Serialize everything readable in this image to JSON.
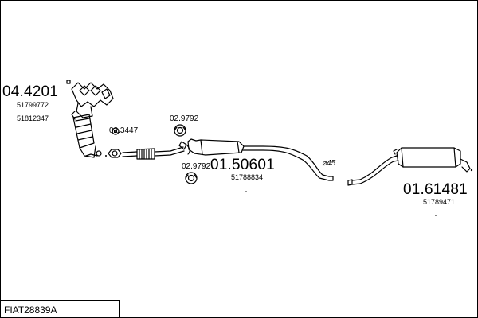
{
  "parts": {
    "manifold": {
      "number": "04.4201",
      "refs": [
        "51799772",
        "51812347"
      ]
    },
    "middle": {
      "number": "01.50601",
      "ref": "51788834"
    },
    "rear": {
      "number": "01.61481",
      "ref": "51789471"
    },
    "gasket_left": "02.3447",
    "ring_top": "02.9792",
    "ring_bottom": "02.9792",
    "diameter": "⌀45"
  },
  "kit_code": "FIAT28839A"
}
